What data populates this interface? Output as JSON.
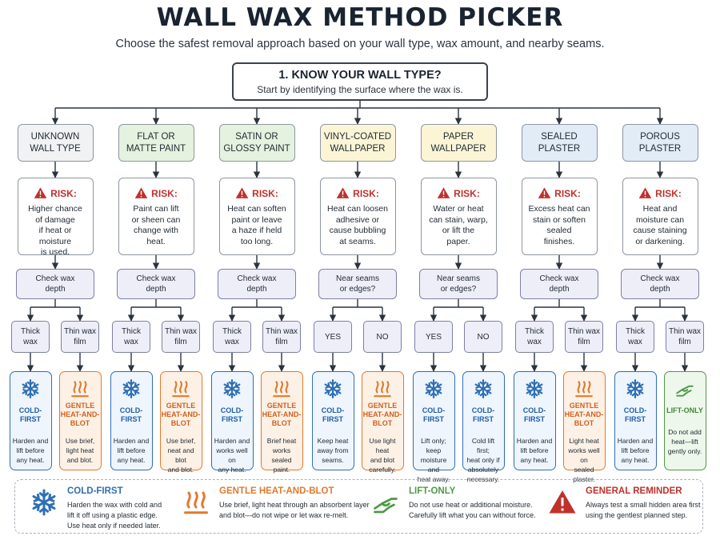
{
  "header": {
    "title": "WALL WAX METHOD PICKER",
    "subtitle": "Choose the safest removal approach based on your wall type, wax amount, and nearby seams."
  },
  "root": {
    "title": "1. KNOW YOUR WALL TYPE?",
    "subtitle": "Start by identifying the surface where the wax is."
  },
  "risk_label": "RISK:",
  "colors": {
    "cold": "#2f6fb3",
    "heat": "#e07a2e",
    "lift": "#4e9a46",
    "risk": "#c0312b"
  },
  "columns": [
    {
      "type": "UNKNOWN\nWALL TYPE",
      "fill": "#f1f2f3",
      "risk": "Higher chance\nof damage\nif heat or moisture\nis used.",
      "question": "Check wax\ndepth",
      "branches": [
        {
          "label": "Thick\nwax",
          "method": "cold",
          "title": "COLD-FIRST",
          "desc": "Harden and\nlift before\nany heat."
        },
        {
          "label": "Thin wax\nfilm",
          "method": "heat",
          "title": "GENTLE\nHEAT-AND-BLOT",
          "desc": "Use brief,\nlight heat\nand blot."
        }
      ]
    },
    {
      "type": "FLAT OR\nMATTE PAINT",
      "fill": "#e4f2df",
      "risk": "Paint can lift\nor sheen can\nchange with\nheat.",
      "question": "Check wax\ndepth",
      "branches": [
        {
          "label": "Thick\nwax",
          "method": "cold",
          "title": "COLD-FIRST",
          "desc": "Harden and\nlift before\nany heat."
        },
        {
          "label": "Thin wax\nfilm",
          "method": "heat",
          "title": "GENTLE\nHEAT-AND-BLOT",
          "desc": "Use brief,\nneat and blot\nand blot."
        }
      ]
    },
    {
      "type": "SATIN OR\nGLOSSY PAINT",
      "fill": "#e4f2df",
      "risk": "Heat can soften\npaint or leave\na haze if held\ntoo long.",
      "question": "Check wax\ndepth",
      "branches": [
        {
          "label": "Thick\nwax",
          "method": "cold",
          "title": "COLD-FIRST",
          "desc": "Harden and\nworks well on\nany heat."
        },
        {
          "label": "Thin wax\nfilm",
          "method": "heat",
          "title": "GENTLE\nHEAT-AND-BLOT",
          "desc": "Brief heat\nworks\nsealed paint."
        }
      ]
    },
    {
      "type": "VINYL-COATED\nWALLPAPER",
      "fill": "#fbf5d6",
      "risk": "Heat can loosen\nadhesive or\ncause bubbling\nat seams.",
      "question": "Near seams\nor edges?",
      "branches": [
        {
          "label": "YES",
          "method": "cold",
          "title": "COLD-FIRST",
          "desc": "Keep heat\naway from\nseams."
        },
        {
          "label": "NO",
          "method": "heat",
          "title": "GENTLE\nHEAT-AND-BLOT",
          "desc": "Use light heat\nand blot\ncarefully."
        }
      ]
    },
    {
      "type": "PAPER\nWALLPAPER",
      "fill": "#fbf5d6",
      "risk": "Water or heat\ncan stain, warp,\nor lift the\npaper.",
      "question": "Near seams\nor edges?",
      "branches": [
        {
          "label": "YES",
          "method": "cold",
          "title": "COLD-FIRST",
          "desc": "Lift only; keep\nmoisture and\nheat away."
        },
        {
          "label": "NO",
          "method": "cold",
          "title": "COLD-FIRST",
          "desc": "Cold lift first;\nheat only if\nabsolutely\nnecessary."
        }
      ]
    },
    {
      "type": "SEALED\nPLASTER",
      "fill": "#e2ecf7",
      "risk": "Excess heat can\nstain or soften\nsealed\nfinishes.",
      "question": "Check wax\ndepth",
      "branches": [
        {
          "label": "Thick\nwax",
          "method": "cold",
          "title": "COLD-FIRST",
          "desc": "Harden and\nlift before\nany heat."
        },
        {
          "label": "Thin wax\nfilm",
          "method": "heat",
          "title": "GENTLE\nHEAT-AND-BLOT",
          "desc": "Light heat\nworks well on\nsealed plaster."
        }
      ]
    },
    {
      "type": "POROUS\nPLASTER",
      "fill": "#e2ecf7",
      "risk": "Heat and\nmoisture can\ncause staining\nor darkening.",
      "question": "Check wax\ndepth",
      "branches": [
        {
          "label": "Thick\nwax",
          "method": "cold",
          "title": "COLD-FIRST",
          "desc": "Harden and\nlift before\nany heat."
        },
        {
          "label": "Thin wax\nfilm",
          "method": "lift",
          "title": "LIFT-ONLY",
          "desc": "Do not add\nheat—lift\ngently only."
        }
      ]
    }
  ],
  "legend": [
    {
      "icon": "cold",
      "title": "COLD-FIRST",
      "text": "Harden the wax with cold and\nlift it off using a plastic edge.\nUse heat only if needed later."
    },
    {
      "icon": "heat",
      "title": "GENTLE HEAT-AND-BLOT",
      "text": "Use brief, light heat through an absorbent layer\nand blot—do not wipe or let wax re-melt."
    },
    {
      "icon": "lift",
      "title": "LIFT-ONLY",
      "text": "Do not use heat or additional moisture.\nCarefully lift what you can without force."
    },
    {
      "icon": "warning",
      "title": "GENERAL REMINDER",
      "text": "Always test a small hidden area first\nusing the gentlest planned step."
    }
  ]
}
